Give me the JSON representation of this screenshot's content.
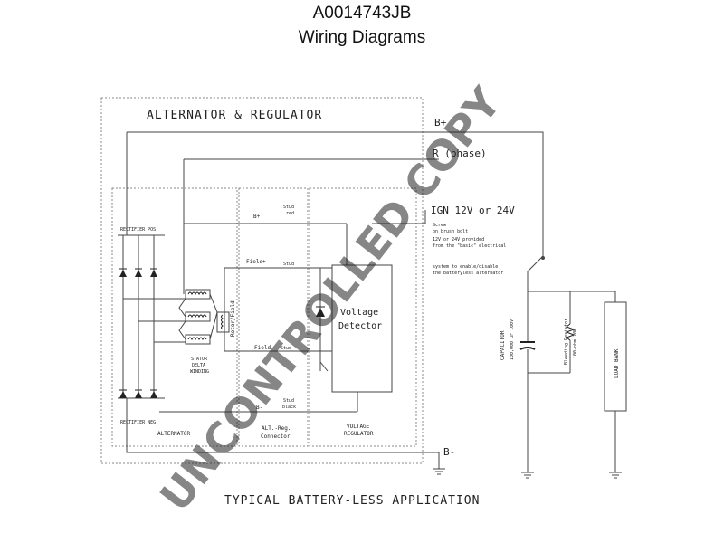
{
  "header": {
    "doc_id": "A0014743JB",
    "doc_title": "Wiring Diagrams"
  },
  "diagram": {
    "outer_box_label": "ALTERNATOR & REGULATOR",
    "terminal_bplus": "B+",
    "terminal_phase": "R (phase)",
    "terminal_ign": "IGN 12V or 24V",
    "terminal_bminus": "B-",
    "ign_note_1": "Screw",
    "ign_note_2": "on brush bolt",
    "ign_note_3": "12V or 24V provided",
    "ign_note_4": "from the \"basic\" electrical",
    "ign_note_5": "system to enable/disable",
    "ign_note_6": "the batteryless alternator",
    "rectifier_pos": "RECTIFIER POS",
    "rectifier_neg": "RECTIFIER NEG",
    "stator_1": "STATOR",
    "stator_2": "DELTA",
    "stator_3": "WINDING",
    "rotor_field": "Rotor/Field",
    "bplus_inner": "B+",
    "stud_red_1": "Stud",
    "stud_red_2": "red",
    "field_plus": "Field+",
    "stud_field_plus": "Stud",
    "field_minus": "Field-",
    "stud_field_minus": "Stud",
    "bminus_inner": "B-",
    "stud_black_1": "Stud",
    "stud_black_2": "black",
    "voltage_detector_1": "Voltage",
    "voltage_detector_2": "Detector",
    "section_alternator": "ALTERNATOR",
    "section_connector_1": "ALT.-Reg.",
    "section_connector_2": "Connector",
    "section_regulator_1": "VOLTAGE",
    "section_regulator_2": "REGULATOR",
    "capacitor_1": "CAPACITOR",
    "capacitor_2": "100,000 uF 100V",
    "bleed_1": "Bleeding Resistor",
    "bleed_2": "100-ohm 20W",
    "load_bank": "LOAD BANK",
    "bottom_caption": "TYPICAL BATTERY-LESS APPLICATION",
    "watermark": "UNCONTROLLED COPY"
  }
}
